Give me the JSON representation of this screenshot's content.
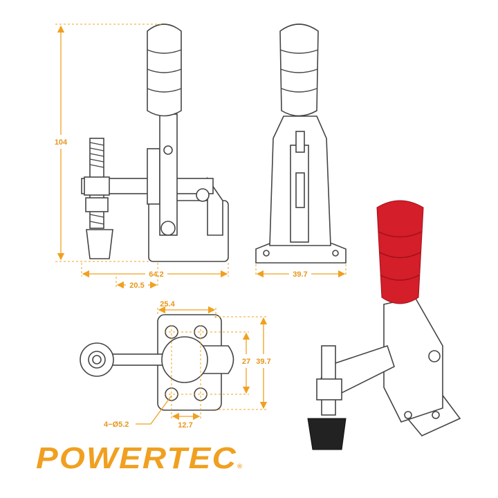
{
  "dimensions": {
    "side_height": "104",
    "side_length": "64.2",
    "side_offset": "20.5",
    "front_width": "39.7",
    "top_hole_spacing_x": "25.4",
    "top_hole_spacing_y": "27",
    "top_base_depth": "39.7",
    "top_hole_pitch": "12.7",
    "mounting_holes": "4−Ø5.2"
  },
  "logo": {
    "text": "POWERTEC",
    "mark": "®"
  },
  "colors": {
    "accent": "#f0a020",
    "handle_red": "#d41e2a",
    "rubber_tip": "#222222"
  }
}
